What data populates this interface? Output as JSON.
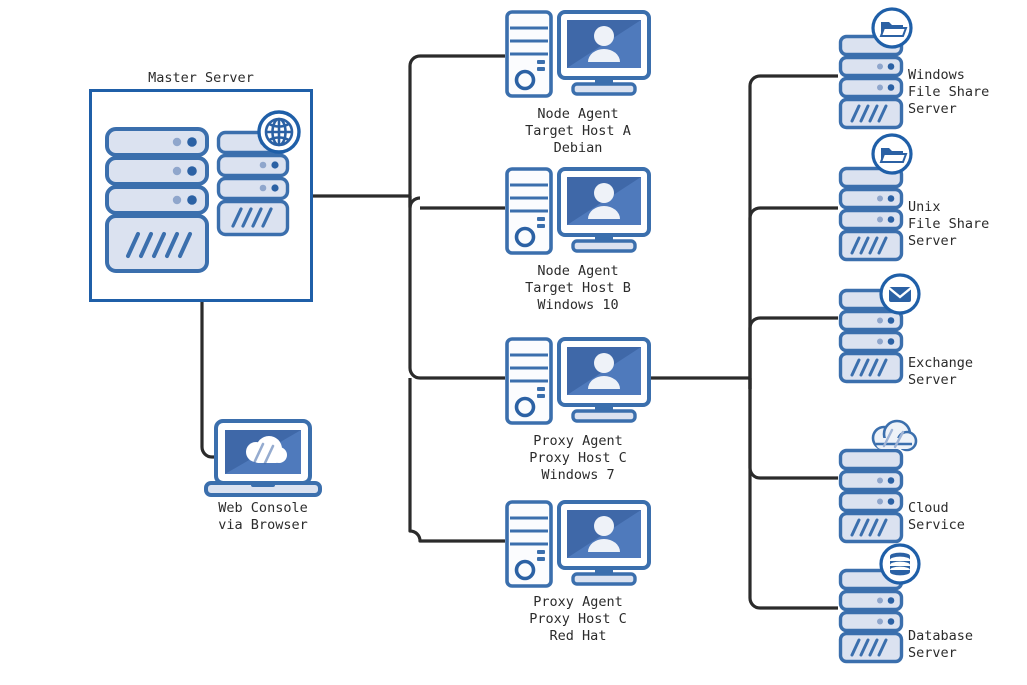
{
  "diagram": {
    "title_master": "Master Server",
    "palette": {
      "line": "#2b2b2b",
      "frame_blue": "#1f5fa8",
      "rack_stroke": "#3b6fad",
      "rack_fill": "#dbe2f0",
      "rack_fill_dark": "#c9d4e8",
      "screen_blue": "#3f68a8",
      "screen_blue_light": "#4f7abc",
      "badge_stroke": "#1f5fa8",
      "badge_fill": "#ffffff",
      "icon_blue": "#2b61a4",
      "white": "#ffffff",
      "text": "#2b2b2b"
    },
    "master_server": {
      "name": "Master Server",
      "icons": [
        "server-rack-large",
        "server-rack-small",
        "globe-badge-icon"
      ]
    },
    "web_console": {
      "label": "Web Console\nvia Browser",
      "icon": "laptop-cloud-icon"
    },
    "agents": [
      {
        "id": "node-agent-a",
        "label": "Node Agent\nTarget Host A\nDebian",
        "lines": [
          "Node Agent",
          "Target Host A",
          "Debian"
        ],
        "icons": [
          "pc-tower-icon",
          "monitor-user-icon"
        ]
      },
      {
        "id": "node-agent-b",
        "label": "Node Agent\nTarget Host B\nWindows 10",
        "lines": [
          "Node Agent",
          "Target Host B",
          "Windows 10"
        ],
        "icons": [
          "pc-tower-icon",
          "monitor-user-icon"
        ]
      },
      {
        "id": "proxy-agent-c-win7",
        "label": "Proxy Agent\nProxy Host C\nWindows 7",
        "lines": [
          "Proxy Agent",
          "Proxy Host C",
          "Windows 7"
        ],
        "icons": [
          "pc-tower-icon",
          "monitor-user-icon"
        ]
      },
      {
        "id": "proxy-agent-c-redhat",
        "label": "Proxy Agent\nProxy Host C\nRed Hat",
        "lines": [
          "Proxy Agent",
          "Proxy Host C",
          "Red Hat"
        ],
        "icons": [
          "pc-tower-icon",
          "monitor-user-icon"
        ]
      }
    ],
    "targets": [
      {
        "id": "windows-file-share-server",
        "label": "Windows\nFile Share\nServer",
        "lines": [
          "Windows",
          "File Share",
          "Server"
        ],
        "badge": "folder-badge-icon"
      },
      {
        "id": "unix-file-share-server",
        "label": "Unix\nFile Share\nServer",
        "lines": [
          "Unix",
          "File Share",
          "Server"
        ],
        "badge": "folder-badge-icon"
      },
      {
        "id": "exchange-server",
        "label": "Exchange\nServer",
        "lines": [
          "Exchange",
          "Server"
        ],
        "badge": "envelope-badge-icon"
      },
      {
        "id": "cloud-service",
        "label": "Cloud\nService",
        "lines": [
          "Cloud",
          "Service"
        ],
        "badge": "cloud-badge-icon"
      },
      {
        "id": "database-server",
        "label": "Database\nServer",
        "lines": [
          "Database",
          "Server"
        ],
        "badge": "database-badge-icon"
      }
    ]
  }
}
